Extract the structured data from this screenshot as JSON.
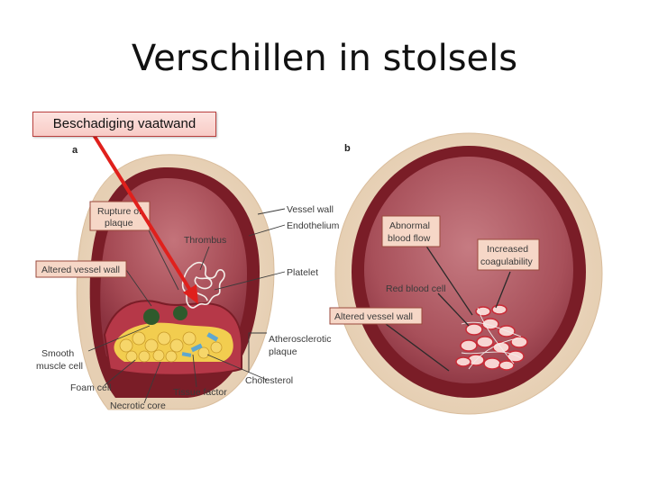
{
  "title": "Verschillen in stolsels",
  "callout": "Beschadiging vaatwand",
  "panel_a": {
    "letter": "a",
    "labels": {
      "rupture_line1": "Rupture of",
      "rupture_line2": "plaque",
      "thrombus": "Thrombus",
      "vessel_wall": "Vessel wall",
      "endothelium": "Endothelium",
      "altered_vessel_wall": "Altered vessel wall",
      "platelet": "Platelet",
      "smooth_line1": "Smooth",
      "smooth_line2": "muscle cell",
      "athero_line1": "Atherosclerotic",
      "athero_line2": "plaque",
      "cholesterol": "Cholesterol",
      "foam_cell": "Foam cell",
      "tissue_factor": "Tissue factor",
      "necrotic_core": "Necrotic core"
    }
  },
  "panel_b": {
    "letter": "b",
    "labels": {
      "abnormal_line1": "Abnormal",
      "abnormal_line2": "blood flow",
      "increased_line1": "Increased",
      "increased_line2": "coagulability",
      "red_blood_cell": "Red blood cell",
      "altered_vessel_wall": "Altered vessel wall"
    }
  },
  "colors": {
    "arrow": "#e0201c",
    "callout_border": "#b9413f",
    "callout_fill": "#fbd8d3",
    "label_box_fill": "#f6d7c7",
    "label_box_border": "#9a4a3c",
    "vessel_outer": "#eeddc6",
    "vessel_wall": "#7a1d27",
    "lumen": "#a9505a",
    "plaque_yellow": "#f2cd4f"
  }
}
